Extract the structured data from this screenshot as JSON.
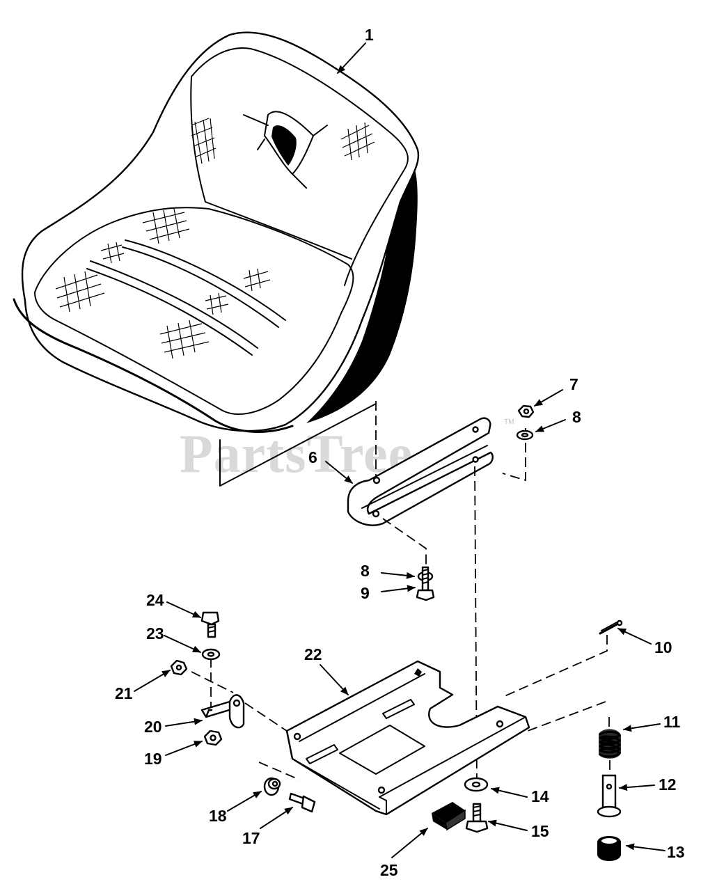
{
  "watermark": {
    "text": "PartsTree",
    "trademark": "TM"
  },
  "callouts": {
    "c1": "1",
    "c6": "6",
    "c7": "7",
    "c8a": "8",
    "c8b": "8",
    "c9": "9",
    "c10": "10",
    "c11": "11",
    "c12": "12",
    "c13": "13",
    "c14": "14",
    "c15": "15",
    "c17": "17",
    "c18": "18",
    "c19": "19",
    "c20": "20",
    "c21": "21",
    "c22": "22",
    "c23": "23",
    "c24": "24",
    "c25": "25"
  },
  "parts": {
    "seat": "seat-icon",
    "seat_bracket": "seat-bracket-icon",
    "seat_pan": "seat-pan-icon",
    "hinge_bracket": "hinge-bracket-icon",
    "spring": "spring-icon",
    "pin": "pin-icon"
  }
}
